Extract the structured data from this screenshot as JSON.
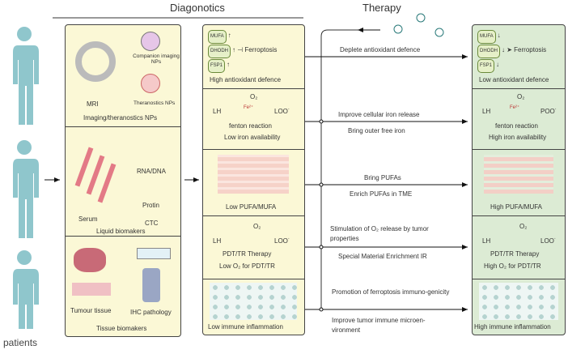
{
  "headers": {
    "diagnostics": "Diagonotics",
    "therapy": "Therapy"
  },
  "patients_label": "patients",
  "colors": {
    "diagnostics_fill": "#fbf8d6",
    "therapy_fill": "#dcebd4",
    "person": "#8fc6cc"
  },
  "diagnostics_panels": [
    {
      "title": "Imaging/theranostics NPs",
      "labels": [
        "MRI",
        "Companion imaging NPs",
        "Theranostics NPs"
      ]
    },
    {
      "title": "Liquid biomakers",
      "labels": [
        "Serum",
        "RNA/DNA",
        "Protin",
        "CTC"
      ]
    },
    {
      "title": "Tissue biomakers",
      "labels": [
        "Tumour tissue",
        "IHC pathology"
      ]
    }
  ],
  "state_before": {
    "row1": {
      "pills": [
        "MUFA",
        "DHODH",
        "FSP1"
      ],
      "target": "Ferroptosis",
      "caption": "High antioxidant defence"
    },
    "row2": {
      "o2": "O₂",
      "lh": "LH",
      "fe": "Fe²⁺",
      "product": "LOO˙",
      "reaction": "fenton reaction",
      "caption": "Low iron availability"
    },
    "row3": {
      "caption": "Low PUFA/MUFA"
    },
    "row4": {
      "o2": "O₂",
      "lh": "LH",
      "product": "LOO˙",
      "therapy": "PDT/TR Therapy",
      "caption": "Low O₂ for PDT/TR"
    },
    "row5": {
      "caption": "Low immune inflammation"
    }
  },
  "state_after": {
    "row1": {
      "pills": [
        "MUFA",
        "DHODH",
        "FSP1"
      ],
      "target": "Ferroptosis",
      "caption": "Low antioxidant defence"
    },
    "row2": {
      "o2": "O₂",
      "lh": "LH",
      "fe": "Fe²⁺",
      "product": "POO˙",
      "reaction": "fenton reaction",
      "caption": "High iron availability"
    },
    "row3": {
      "caption": "High PUFA/MUFA"
    },
    "row4": {
      "o2": "O₂",
      "lh": "LH",
      "product": "LOO˙",
      "therapy": "PDT/TR Therapy",
      "caption": "High O₂ for PDT/TR"
    },
    "row5": {
      "caption": "High immune inflammation"
    }
  },
  "strategies": [
    {
      "above": "Deplete antioxidant defence",
      "below": ""
    },
    {
      "above": "Improve cellular iron release",
      "below": "Bring outer free iron"
    },
    {
      "above": "Bring PUFAs",
      "below": "Enrich PUFAs in TME"
    },
    {
      "above": "Stimulation of O₂ release by tumor properties",
      "below": "Special Material Enrichment IR"
    },
    {
      "above": "Promotion of ferroptosis immuno-genicity",
      "below": "Improve tumor immune microen-vironment"
    }
  ]
}
